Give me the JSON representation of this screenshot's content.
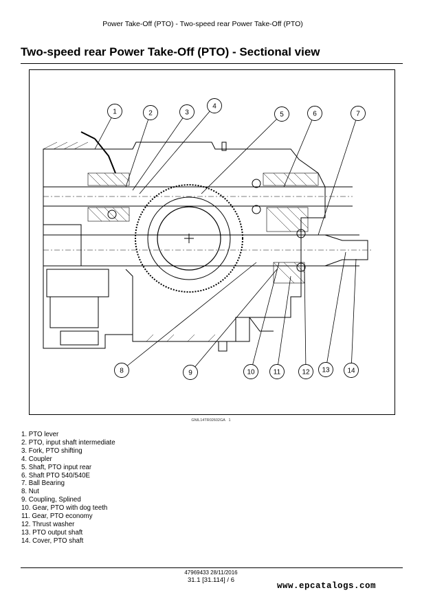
{
  "header": {
    "running_title": "Power Take-Off (PTO) - Two-speed rear Power Take-Off (PTO)"
  },
  "page_title": "Two-speed rear Power Take-Off (PTO) - Sectional view",
  "figure": {
    "code": "GNIL14TR02602GA",
    "number": "1",
    "callouts": [
      "1",
      "2",
      "3",
      "4",
      "5",
      "6",
      "7",
      "8",
      "9",
      "10",
      "11",
      "12",
      "13",
      "14"
    ]
  },
  "legend": [
    "1.  PTO lever",
    "2.  PTO, input shaft intermediate",
    "3.  Fork, PTO shifting",
    "4.  Coupler",
    "5.  Shaft, PTO input rear",
    "6.  Shaft PTO 540/540E",
    "7.  Ball Bearing",
    "8.  Nut",
    "9.  Coupling, Splined",
    "10.  Gear, PTO with dog teeth",
    "11.  Gear, PTO economy",
    "12.  Thrust washer",
    "13.  PTO output shaft",
    "14.  Cover, PTO shaft"
  ],
  "footer": {
    "doc_ref": "47969433 28/11/2016",
    "page_ref": "31.1 [31.114] / 6"
  },
  "watermark": "www.epcatalogs.com"
}
